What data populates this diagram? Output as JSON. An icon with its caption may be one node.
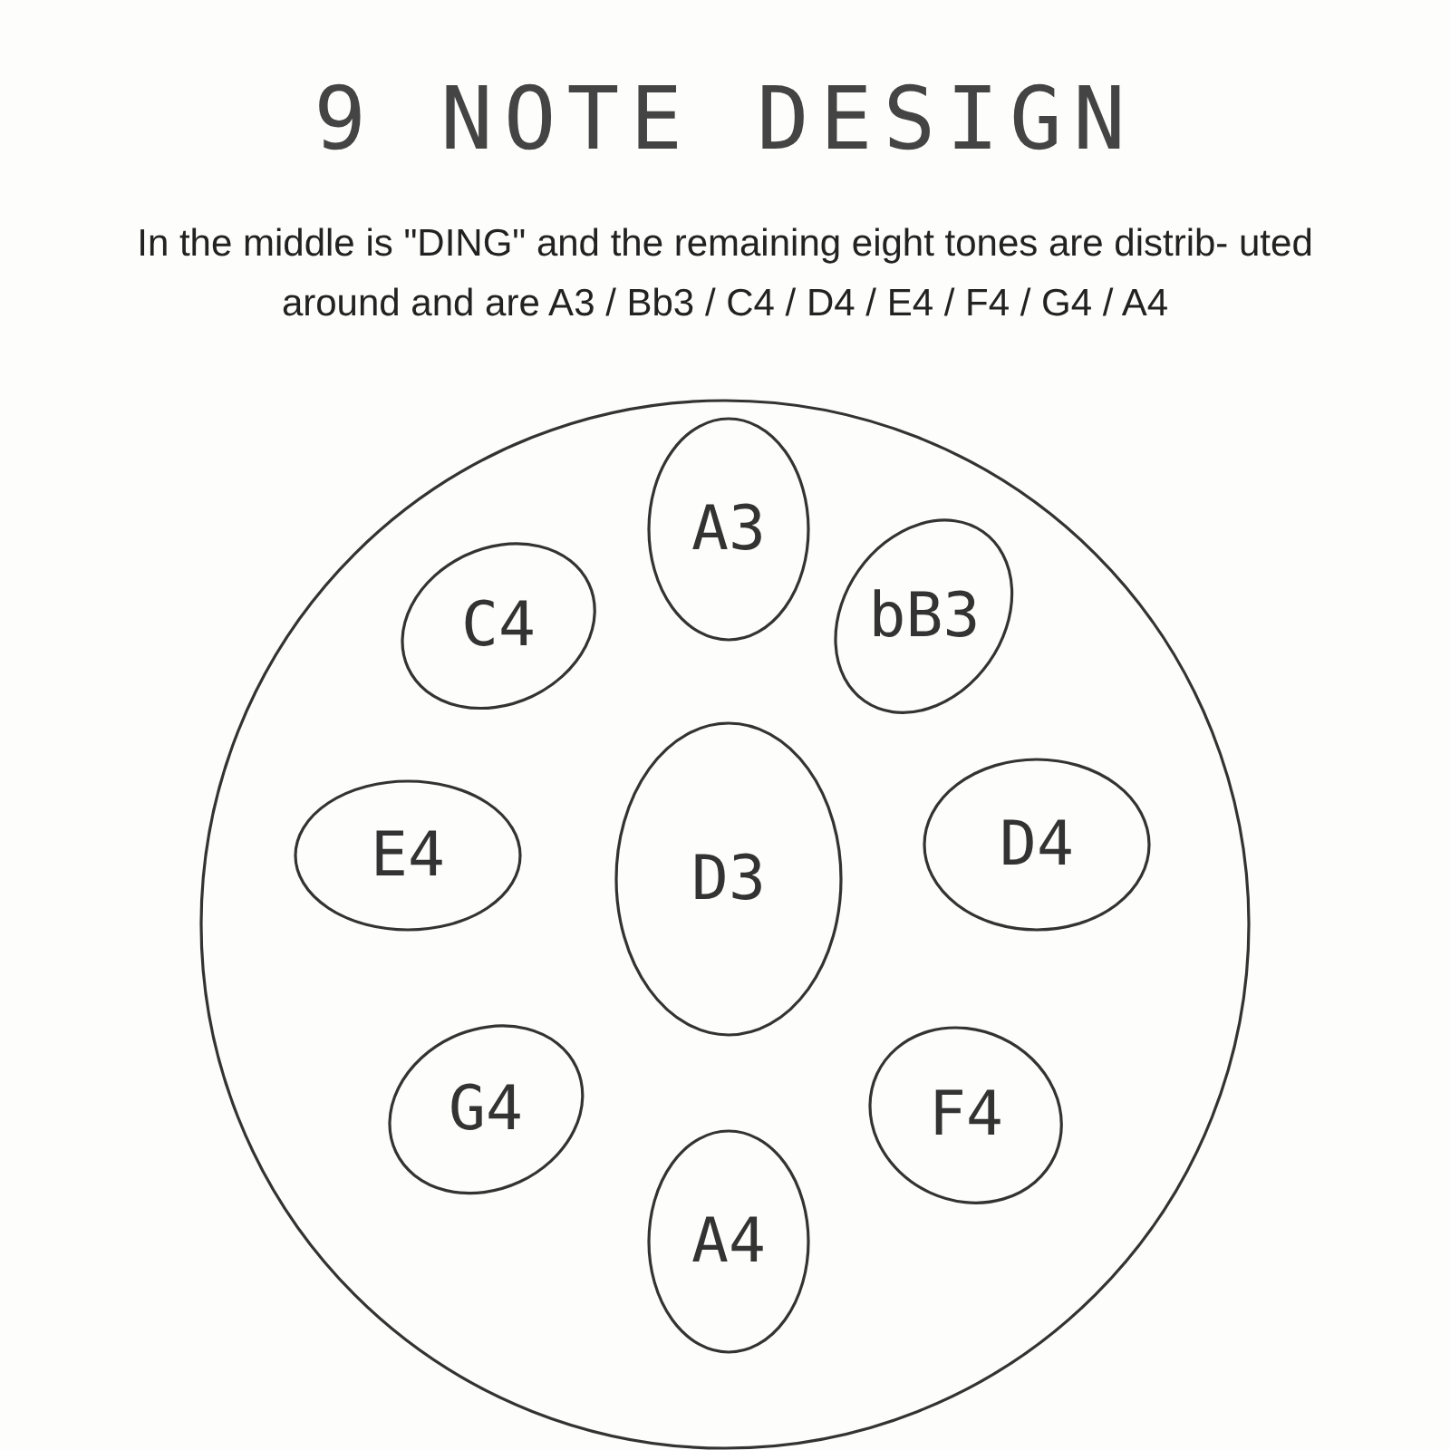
{
  "diagram": {
    "title": "9 NOTE DESIGN",
    "caption": "In the middle is \"DING\" and the remaining eight tones are distrib- uted around and are A3 / Bb3 / C4 / D4 / E4 / F4 / G4 / A4",
    "nodes": [
      {
        "text": [],
        "shape": "circle"
      },
      {
        "text": [
          "A3"
        ],
        "in": 0
      },
      {
        "text": [
          "C4"
        ],
        "in": 0
      },
      {
        "text": [
          "bB3"
        ],
        "in": 0
      },
      {
        "text": [
          "E4"
        ],
        "in": 0
      },
      {
        "text": [
          "D3"
        ],
        "in": 0
      },
      {
        "text": [
          "D4"
        ],
        "in": 0
      },
      {
        "text": [
          "G4"
        ],
        "in": 0
      },
      {
        "text": [
          "F4"
        ],
        "in": 0
      },
      {
        "text": [
          "A4"
        ],
        "in": 0
      }
    ]
  }
}
